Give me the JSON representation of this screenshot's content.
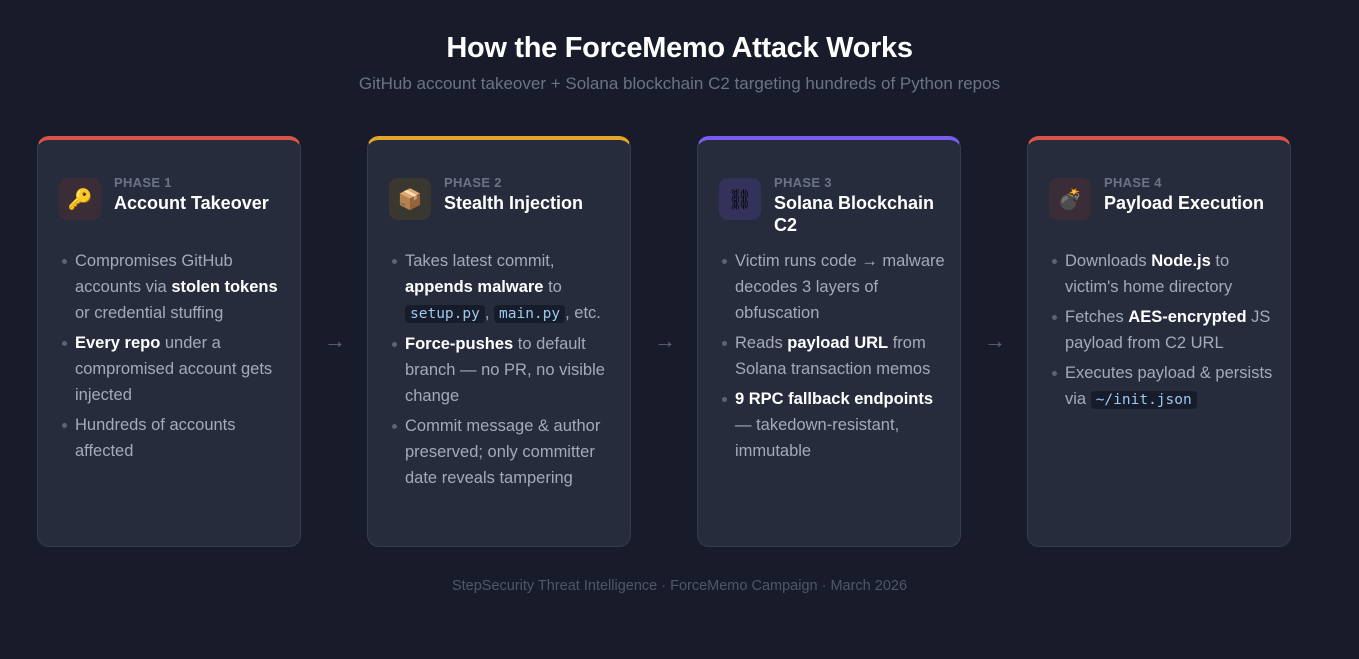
{
  "header": {
    "title": "How the ForceMemo Attack Works",
    "subtitle": "GitHub account takeover + Solana blockchain C2 targeting hundreds of Python repos"
  },
  "colors": {
    "red": "#d9534a",
    "yellow": "#e4a52c",
    "purple": "#7b5cf0"
  },
  "phases": [
    {
      "phase": "PHASE 1",
      "title": "Account Takeover",
      "icon": "key-icon",
      "glyph": "🔑",
      "color": "#d9534a",
      "iconbg": "#3a2d38",
      "bullets": [
        [
          {
            "t": "Compromises GitHub accounts via "
          },
          {
            "t": "stolen tokens",
            "s": "b"
          },
          {
            "t": " or credential stuffing"
          }
        ],
        [
          {
            "t": "Every repo",
            "s": "b"
          },
          {
            "t": " under a compromised account gets injected"
          }
        ],
        [
          {
            "t": "Hundreds of accounts affected"
          }
        ]
      ]
    },
    {
      "phase": "PHASE 2",
      "title": "Stealth Injection",
      "icon": "package-icon",
      "glyph": "📦",
      "color": "#e4a52c",
      "iconbg": "#3a3731",
      "bullets": [
        [
          {
            "t": "Takes latest commit, "
          },
          {
            "t": "appends malware",
            "s": "b"
          },
          {
            "t": " to "
          },
          {
            "t": "setup.py",
            "s": "c"
          },
          {
            "t": ", "
          },
          {
            "t": "main.py",
            "s": "c"
          },
          {
            "t": ", etc."
          }
        ],
        [
          {
            "t": "Force-pushes",
            "s": "b"
          },
          {
            "t": " to default branch — no PR, no visible change"
          }
        ],
        [
          {
            "t": "Commit message & author preserved; only committer date reveals tampering"
          }
        ]
      ]
    },
    {
      "phase": "PHASE 3",
      "title": "Solana Blockchain C2",
      "icon": "chain-icon",
      "glyph": "⛓",
      "color": "#7b5cf0",
      "iconbg": "#33325a",
      "bullets": [
        [
          {
            "t": "Victim runs code → malware decodes 3 layers of obfuscation"
          }
        ],
        [
          {
            "t": "Reads "
          },
          {
            "t": "payload URL",
            "s": "b"
          },
          {
            "t": " from Solana transaction memos"
          }
        ],
        [
          {
            "t": "9 RPC fallback endpoints",
            "s": "b"
          },
          {
            "t": " — takedown-resistant, immutable"
          }
        ]
      ]
    },
    {
      "phase": "PHASE 4",
      "title": "Payload Execution",
      "icon": "bomb-icon",
      "glyph": "💣",
      "color": "#d9534a",
      "iconbg": "#3a2d38",
      "bullets": [
        [
          {
            "t": "Downloads "
          },
          {
            "t": "Node.js",
            "s": "b"
          },
          {
            "t": " to victim's home directory"
          }
        ],
        [
          {
            "t": "Fetches "
          },
          {
            "t": "AES-encrypted",
            "s": "b"
          },
          {
            "t": " JS payload from C2 URL"
          }
        ],
        [
          {
            "t": "Executes payload & persists via "
          },
          {
            "t": "~/init.json",
            "s": "c"
          }
        ]
      ]
    }
  ],
  "arrow": "→",
  "footer": "StepSecurity Threat Intelligence · ForceMemo Campaign · March 2026"
}
